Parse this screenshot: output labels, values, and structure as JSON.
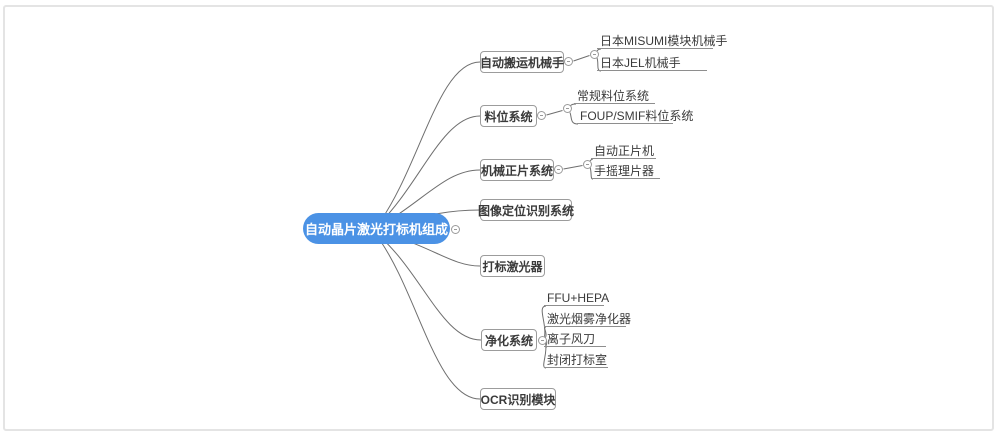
{
  "canvas": {
    "background": "#ffffff",
    "border_color": "#e4e4e4",
    "line_color": "#6e6e6e"
  },
  "icons": {
    "collapse": "minus-circle"
  },
  "root": {
    "label": "自动晶片激光打标机组成",
    "bg_color": "#4b92e5",
    "text_color": "#ffffff"
  },
  "branches": [
    {
      "label": "自动搬运机械手",
      "children": [
        "日本MISUMI模块机械手",
        "日本JEL机械手"
      ]
    },
    {
      "label": "料位系统",
      "children": [
        "常规料位系统",
        "FOUP/SMIF料位系统"
      ]
    },
    {
      "label": "机械正片系统",
      "children": [
        "自动正片机",
        "手摇理片器"
      ]
    },
    {
      "label": "图像定位识别系统",
      "children": []
    },
    {
      "label": "打标激光器",
      "children": []
    },
    {
      "label": "净化系统",
      "children": [
        "FFU+HEPA",
        "激光烟雾净化器",
        "离子风刀",
        "封闭打标室"
      ]
    },
    {
      "label": "OCR识别模块",
      "children": []
    }
  ]
}
